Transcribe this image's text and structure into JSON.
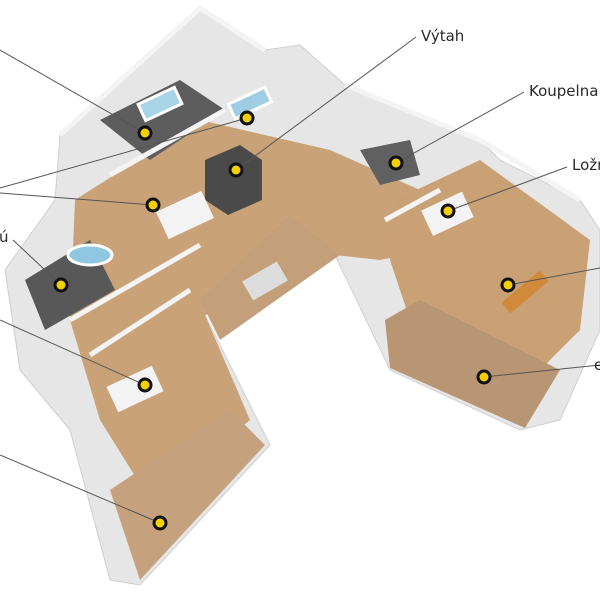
{
  "labels": {
    "elevator": "Výtah",
    "bathroom": "Koupelna",
    "bedroom": "Ložn",
    "left_partial": "ú",
    "right_partial": "e"
  },
  "colors": {
    "floor_wood": "#c9a277",
    "tile": "#5b5b5b",
    "wall": "#e9e9e9",
    "marker_fill": "#f5d000",
    "marker_ring": "#111111",
    "leader": "#555555"
  }
}
